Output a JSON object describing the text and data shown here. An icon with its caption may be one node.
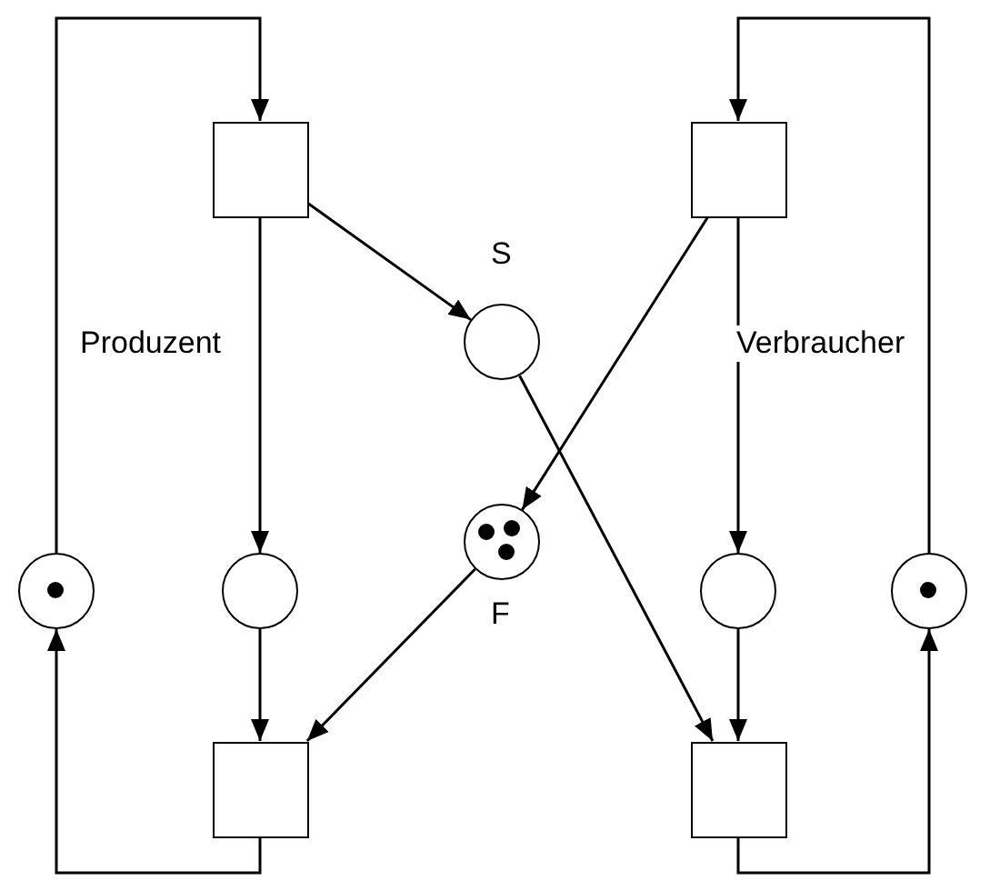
{
  "diagram": {
    "nodes": [
      {
        "text": [],
        "shape": "box"
      },
      {
        "text": [],
        "shape": "box"
      },
      {
        "text": [],
        "shape": "circle",
        "beside": [
          "S"
        ]
      },
      {
        "text": [],
        "shape": "circle",
        "beside": [
          "F"
        ]
      },
      {
        "text": [],
        "shape": "circle",
        "in": 3
      },
      {
        "text": [],
        "shape": "circle",
        "in": 3
      },
      {
        "text": [],
        "shape": "circle",
        "in": 3
      },
      {
        "text": [],
        "shape": "circle"
      },
      {
        "text": [],
        "shape": "circle",
        "in": 7
      },
      {
        "text": [],
        "shape": "circle"
      },
      {
        "text": [],
        "shape": "circle"
      },
      {
        "text": [],
        "shape": "circle"
      },
      {
        "text": [],
        "shape": "circle",
        "in": 11
      },
      {
        "text": [],
        "shape": "box"
      },
      {
        "text": [],
        "shape": "box"
      }
    ],
    "edges": [
      {
        "from": 7,
        "to": 0,
        "arrow": "to"
      },
      {
        "from": 13,
        "to": 7,
        "arrow": "to"
      },
      {
        "from": 0,
        "to": 9,
        "arrow": "to"
      },
      {
        "from": 9,
        "to": 13,
        "arrow": "to"
      },
      {
        "from": 0,
        "to": 2,
        "arrow": "to"
      },
      {
        "from": 2,
        "to": 14,
        "arrow": "to"
      },
      {
        "from": 1,
        "to": 3,
        "arrow": "to"
      },
      {
        "from": 3,
        "to": 13,
        "arrow": "to"
      },
      {
        "from": 11,
        "to": 1,
        "arrow": "to"
      },
      {
        "from": 14,
        "to": 11,
        "arrow": "to"
      },
      {
        "from": 1,
        "to": 10,
        "arrow": "to"
      },
      {
        "from": 10,
        "to": 14,
        "arrow": "to"
      }
    ],
    "labels": [
      "Produzent",
      "Verbraucher"
    ]
  }
}
